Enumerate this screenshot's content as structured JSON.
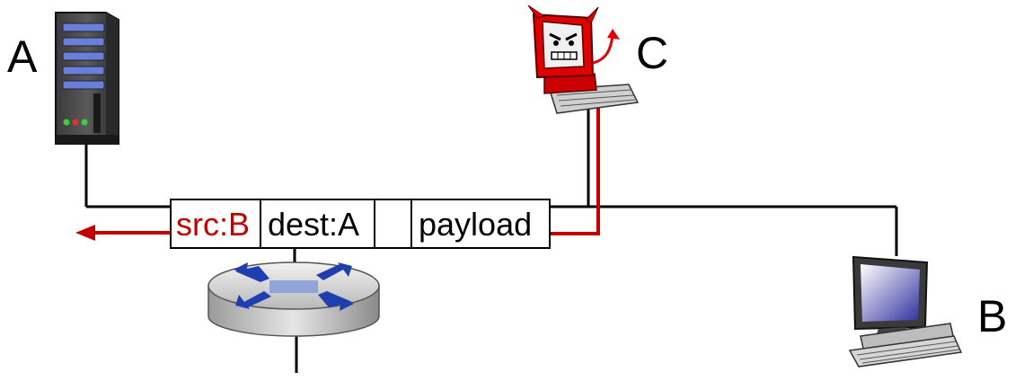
{
  "nodes": {
    "a": {
      "label": "A",
      "icon": "server-icon"
    },
    "b": {
      "label": "B",
      "icon": "desktop-computer-icon"
    },
    "c": {
      "label": "C",
      "icon": "devil-computer-icon"
    },
    "router": {
      "icon": "router-icon"
    }
  },
  "packet": {
    "src": "src:B",
    "dest": "dest:A",
    "empty": "",
    "payload": "payload"
  },
  "colors": {
    "wire": "#000000",
    "attack_path": "#c00000",
    "src_text": "#c00000",
    "router_arrows": "#1f3fb0",
    "devil_red": "#e00000"
  }
}
